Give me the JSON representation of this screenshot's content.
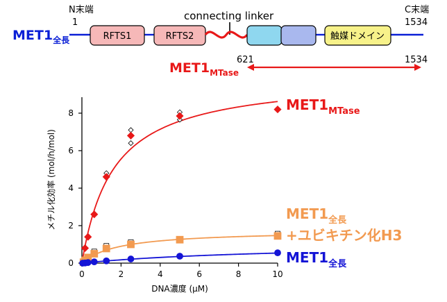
{
  "domain_diagram": {
    "n_term_label": "N末端",
    "n_term_pos": "1",
    "c_term_label": "C末端",
    "c_term_pos": "1534",
    "connecting_linker_label": "connecting linker",
    "full_length_name": "MET1",
    "full_length_sub": "全長",
    "domains": [
      "RFTS1",
      "RFTS2",
      "",
      "",
      "触媒ドメイン"
    ],
    "mtase_name": "MET1",
    "mtase_sub": "MTase",
    "mtase_start": "621",
    "mtase_end": "1534",
    "colors": {
      "backbone": "#0a1fd6",
      "rfts_fill": "#f6b8b8",
      "linker": "#e81818",
      "cyan_fill": "#8fd7ef",
      "blue_fill": "#a9b8ee",
      "catalytic_fill": "#f7f28a",
      "mtase_text": "#e81818"
    }
  },
  "chart_data": {
    "type": "scatter",
    "xlabel": "DNA濃度 (μM)",
    "ylabel": "メチル化効率 (mol/h/mol)",
    "xlim": [
      0,
      10
    ],
    "ylim": [
      0,
      9
    ],
    "xticks": [
      "0",
      "2",
      "4",
      "6",
      "8",
      "10"
    ],
    "yticks": [
      "0",
      "2",
      "4",
      "6",
      "8"
    ],
    "series": [
      {
        "name": "MET1 MTase",
        "label_main": "MET1",
        "label_sub": "MTase",
        "color": "#e81818",
        "marker": "diamond",
        "x": [
          0.16,
          0.31,
          0.63,
          1.25,
          2.5,
          5,
          10
        ],
        "y": [
          0.8,
          1.4,
          2.6,
          4.6,
          6.8,
          7.85,
          8.2
        ],
        "replicate_x": [
          1.25,
          2.5,
          2.5,
          5,
          5
        ],
        "replicate_y": [
          4.8,
          7.1,
          6.4,
          8.05,
          7.65
        ],
        "fit_vmax": 10.0,
        "fit_km": 1.6
      },
      {
        "name": "MET1 全長 + ユビキチン化H3",
        "label_main": "MET1",
        "label_sub": "全長",
        "label_line2": "+ユビキチン化H3",
        "color": "#f29a50",
        "marker": "square",
        "x": [
          0.08,
          0.16,
          0.31,
          0.63,
          1.25,
          2.5,
          5,
          10
        ],
        "y": [
          0.05,
          0.15,
          0.3,
          0.5,
          0.78,
          1.0,
          1.25,
          1.45
        ],
        "replicate_x": [
          0.63,
          1.25,
          2.5,
          10
        ],
        "replicate_y": [
          0.62,
          0.92,
          1.12,
          1.57
        ],
        "fit_vmax": 1.75,
        "fit_km": 1.9
      },
      {
        "name": "MET1 全長",
        "label_main": "MET1",
        "label_sub": "全長",
        "color": "#1414d6",
        "marker": "circle",
        "x": [
          0.04,
          0.16,
          0.31,
          0.63,
          1.25,
          2.5,
          5,
          10
        ],
        "y": [
          0.0,
          0.01,
          0.03,
          0.07,
          0.12,
          0.22,
          0.37,
          0.55
        ],
        "replicate_x": [],
        "replicate_y": [],
        "fit_vmax": 1.1,
        "fit_km": 10.5
      }
    ]
  }
}
